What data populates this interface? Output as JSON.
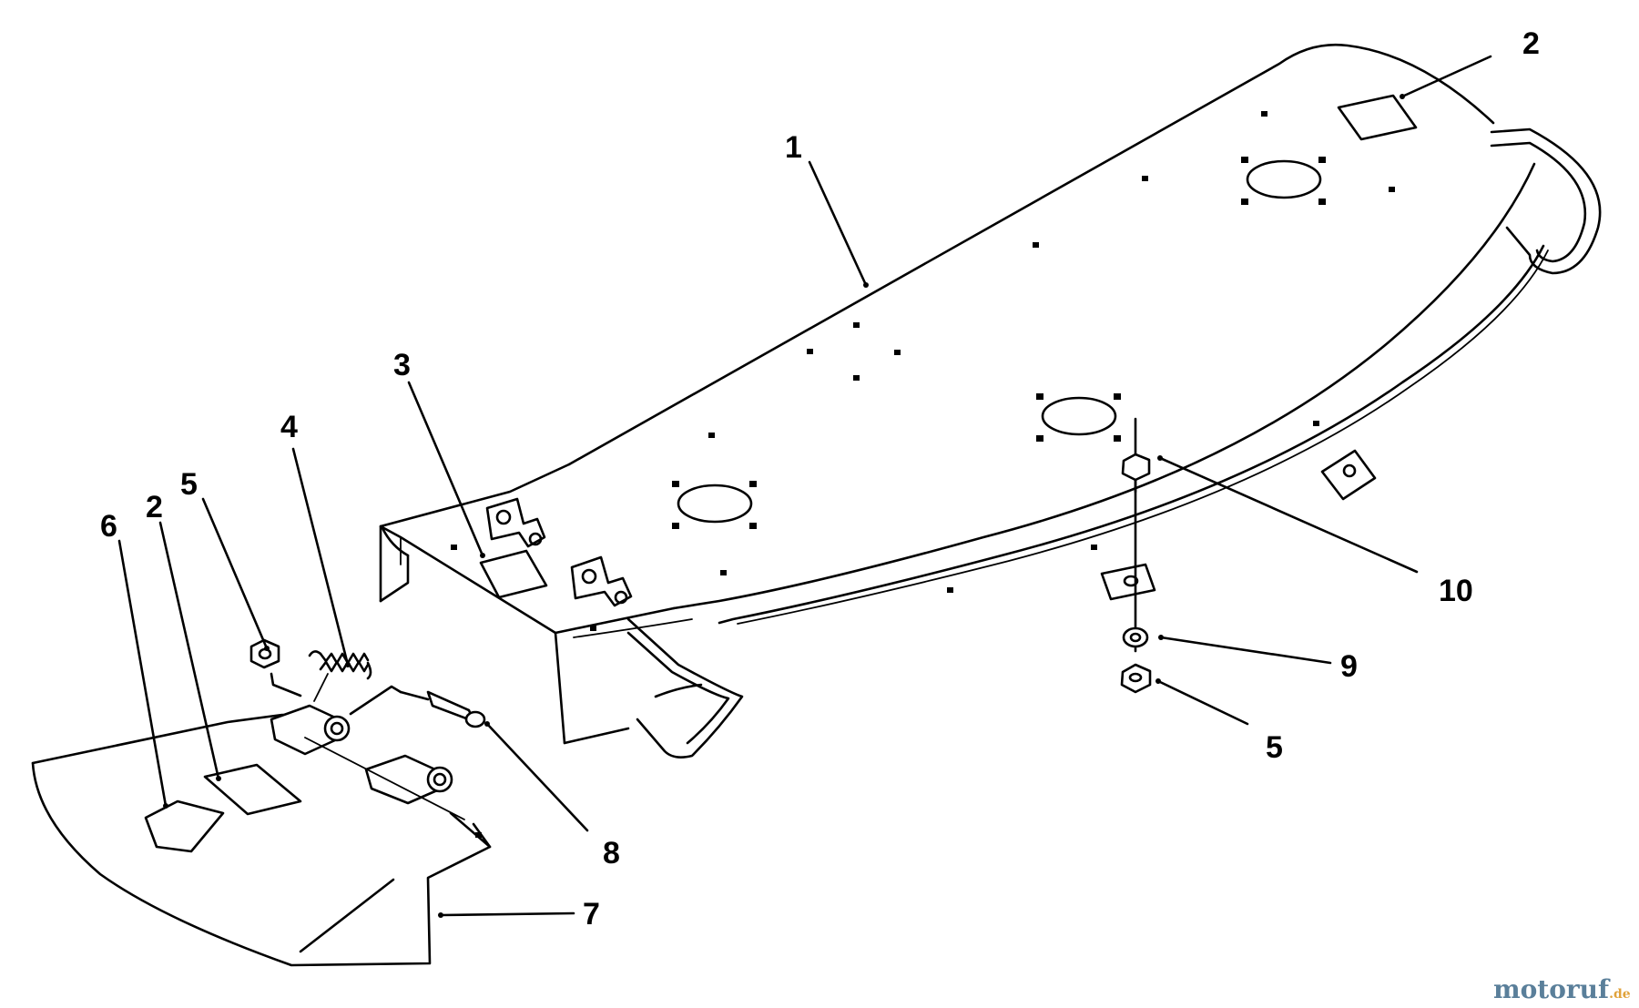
{
  "diagram": {
    "callouts": {
      "c1": "1",
      "c2_top": "2",
      "c2_left": "2",
      "c3": "3",
      "c4": "4",
      "c5_left": "5",
      "c5_right": "5",
      "c6": "6",
      "c7": "7",
      "c8": "8",
      "c9": "9",
      "c10": "10"
    }
  },
  "watermark": {
    "brand_main": "motoruf",
    "brand_tld": ".de",
    "colors": {
      "main": "#5a7f9a",
      "accent": "#e0a23a"
    }
  }
}
